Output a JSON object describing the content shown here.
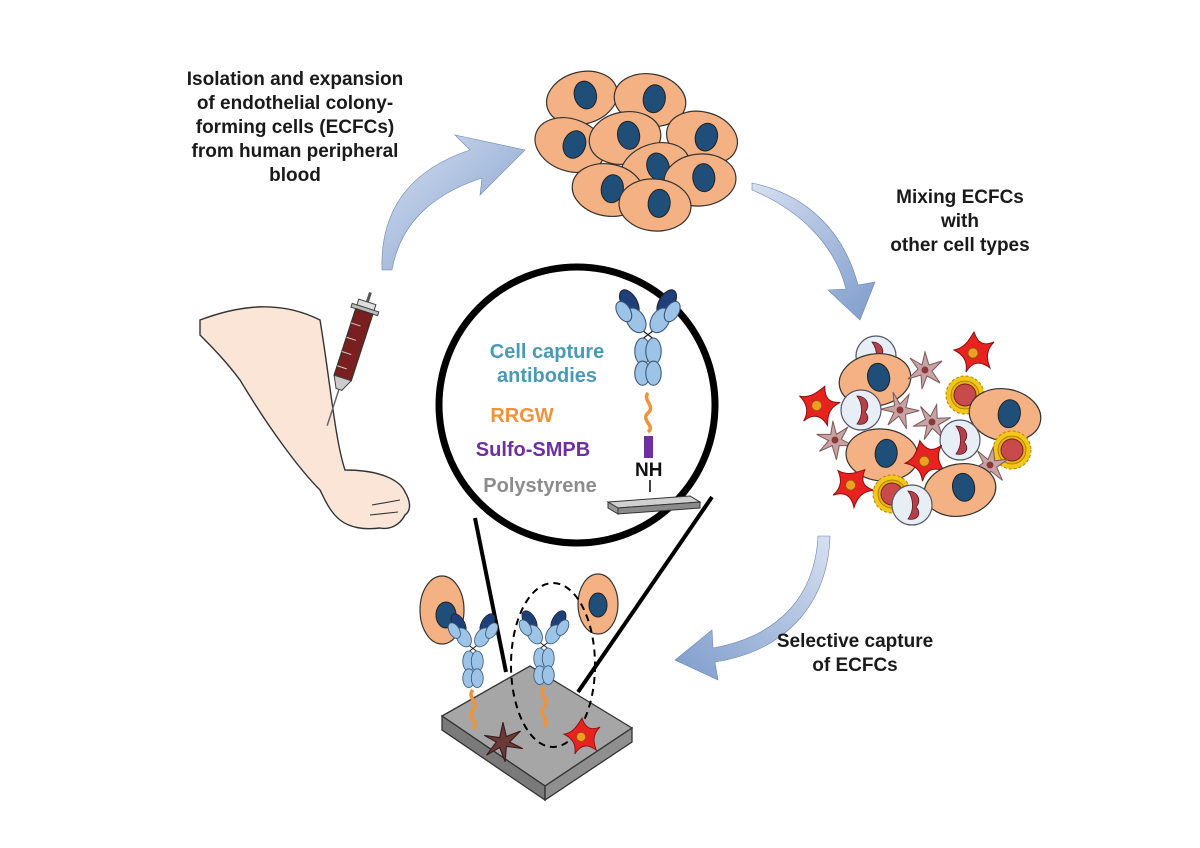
{
  "labels": {
    "isolation": "Isolation and expansion\nof endothelial colony-\nforming cells (ECFCs)\nfrom human peripheral\nblood",
    "mixing": "Mixing ECFCs\nwith\nother cell types",
    "selective": "Selective capture\nof ECFCs"
  },
  "zoom": {
    "antibodies": "Cell capture\nantibodies",
    "rrgw": "RRGW",
    "sulfo": "Sulfo-SMPB",
    "nh": "NH",
    "polystyrene": "Polystyrene"
  },
  "colors": {
    "antibodies": "#4a9ab5",
    "rrgw": "#f0923a",
    "sulfo": "#6f2f9f",
    "polystyrene": "#8c8c8c",
    "arrow": "#7e9ccb",
    "cell_body": "#f4b183",
    "nucleus": "#1f4e79",
    "antibody_light": "#9dc3e6",
    "antibody_dark": "#1f3f7a",
    "red_cell": "#e8231f",
    "syringe_blood": "#7a1f1f",
    "skin": "#fbe5d6"
  }
}
